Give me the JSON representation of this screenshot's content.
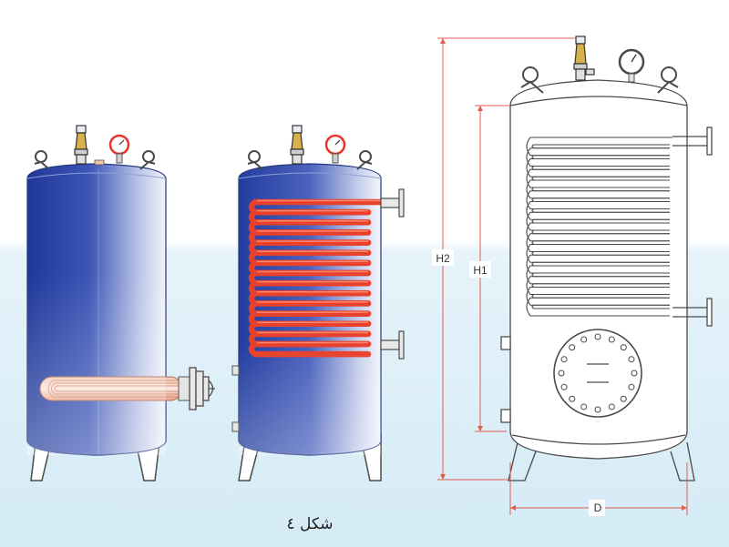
{
  "caption": "شکل ٤",
  "labels": {
    "h2": "H2",
    "h1": "H1",
    "d": "D"
  },
  "colors": {
    "tank_blue": "#2b44a8",
    "coil_red": "#e8402a",
    "dimension_red": "#e25c4c",
    "outline": "#4a4a4a",
    "gauge_red": "#e8342a",
    "background_top": "#ffffff",
    "background_bottom": "#dceff8"
  },
  "components": {
    "tanks": [
      "electric-heater-tank",
      "coil-tank-blue",
      "coil-tank-outline"
    ],
    "icons": [
      "safety-valve-icon",
      "pressure-gauge-icon",
      "lifting-lug-icon",
      "flange-icon",
      "manhole-icon"
    ]
  }
}
